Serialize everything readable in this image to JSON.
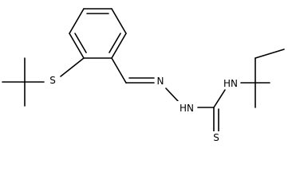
{
  "molecule": {
    "atoms": [
      {
        "label": "S"
      },
      {
        "label": "N"
      },
      {
        "label": "HN"
      },
      {
        "label": "HN"
      },
      {
        "label": "S"
      }
    ]
  },
  "colors": {
    "bond": "#000000",
    "background": "#ffffff"
  }
}
